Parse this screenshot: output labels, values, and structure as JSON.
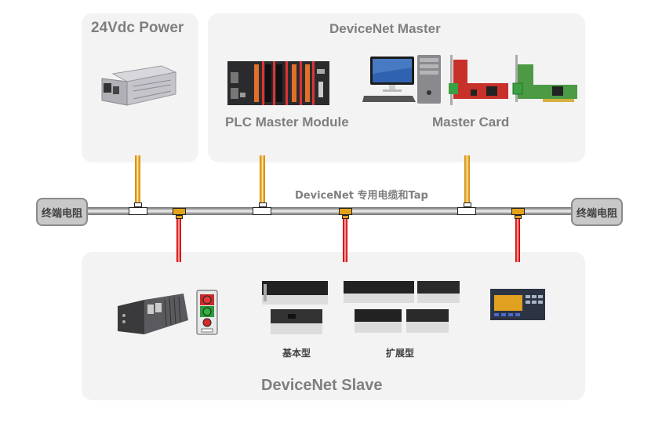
{
  "panels": {
    "power": {
      "title": "24Vdc Power",
      "device": "power-supply-unit"
    },
    "master": {
      "title": "DeviceNet Master",
      "plc_label": "PLC Master Module",
      "card_label": "Master Card"
    },
    "slave": {
      "title": "DeviceNet Slave",
      "basic_label": "基本型",
      "expansion_label": "扩展型"
    }
  },
  "bus": {
    "cable_label": "DeviceNet 专用电缆和Tap",
    "left_terminator": "终端电阻",
    "right_terminator": "终端电阻"
  },
  "colors": {
    "panel_bg": "#f3f3f3",
    "title_text": "#7f7f7f",
    "power_drop": "#f2b23a",
    "slave_drop": "#ee3030",
    "tap_orange": "#e3a21a",
    "terminator_bg": "#c8c8c8"
  }
}
